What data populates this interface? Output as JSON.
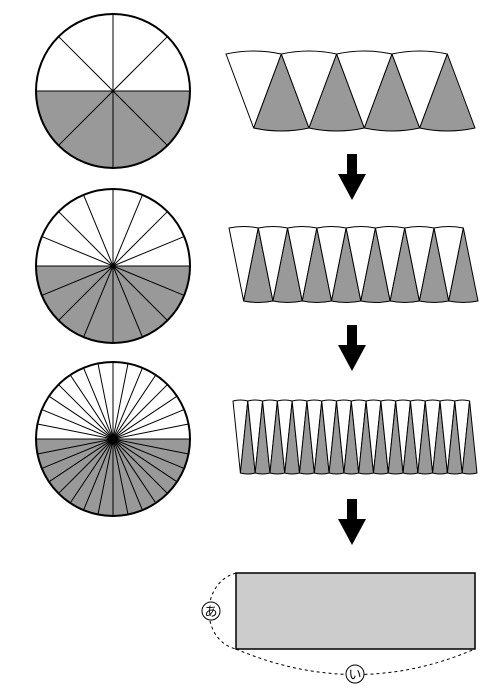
{
  "colors": {
    "shade": "#999999",
    "light": "#ffffff",
    "rect_fill": "#cccccc",
    "stroke": "#000000"
  },
  "stages": [
    {
      "sectors": 8
    },
    {
      "sectors": 16
    },
    {
      "sectors": 32
    }
  ],
  "arrow": {
    "shape": "down-arrow",
    "count": 3
  },
  "final_rectangle": {
    "height_label": "あ",
    "length_label": "い"
  }
}
